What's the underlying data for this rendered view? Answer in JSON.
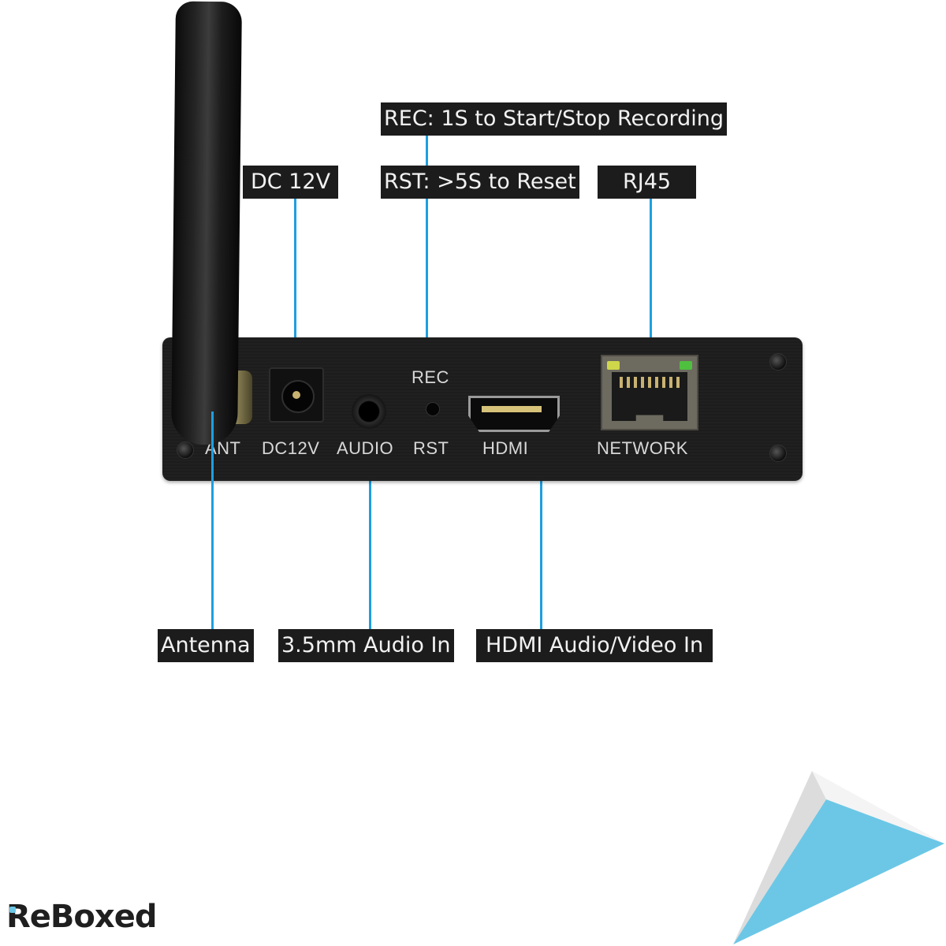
{
  "callouts": {
    "rec": "REC: 1S to Start/Stop Recording",
    "rst": "RST: >5S to Reset",
    "dc": "DC 12V",
    "rj45": "RJ45",
    "antenna": "Antenna",
    "audio": "3.5mm Audio In",
    "hdmi": "HDMI Audio/Video In"
  },
  "panel_labels": {
    "ant": "ANT",
    "dc": "DC12V",
    "audio": "AUDIO",
    "rec": "REC",
    "rst": "RST",
    "hdmi": "HDMI",
    "network": "NETWORK"
  },
  "brand": "ReBoxed",
  "colors": {
    "leader_line": "#1e9fe0",
    "callout_bg": "#1c1c1c",
    "callout_text": "#f2f2f2",
    "page_curl": "#6cc7e6",
    "led_yellow": "#cfd64a",
    "led_green": "#4fbf3f"
  },
  "icons": {
    "antenna": "antenna-icon",
    "dc_jack": "dc-power-jack-icon",
    "audio_jack": "audio-jack-icon",
    "reset_hole": "reset-pinhole-icon",
    "hdmi_port": "hdmi-port-icon",
    "rj45_port": "rj45-port-icon",
    "screw": "screw-icon",
    "page_curl": "page-curl-icon"
  }
}
